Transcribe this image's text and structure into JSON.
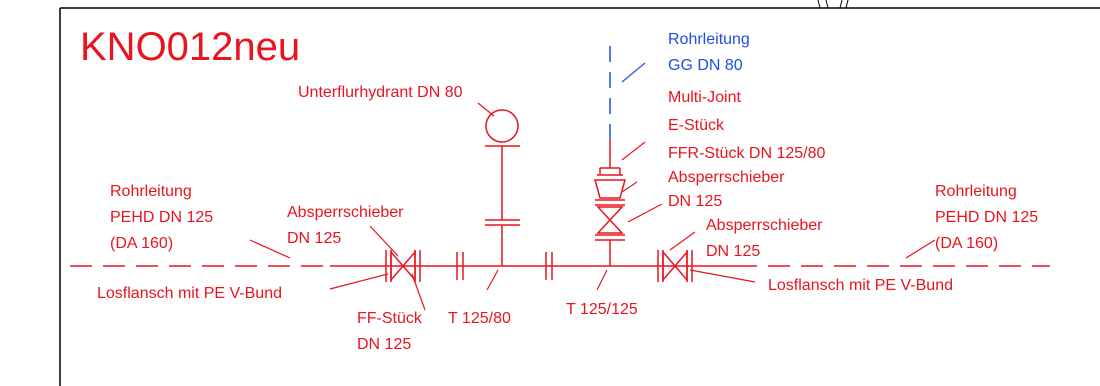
{
  "title": "KNO012neu",
  "colors": {
    "red": "#e8141e",
    "blue": "#1f4fe0",
    "frame": "#000000"
  },
  "labels": {
    "hydrant": "Unterflurhydrant DN 80",
    "pipe_gg_1": "Rohrleitung",
    "pipe_gg_2": "GG DN 80",
    "multijoint_1": "Multi-Joint",
    "multijoint_2": "E-Stück",
    "ffr": "FFR-Stück  DN 125/80",
    "valve_top_1": "Absperrschieber",
    "valve_top_2": "DN 125",
    "pipe_left_1": "Rohrleitung",
    "pipe_left_2": "PEHD DN 125",
    "pipe_left_3": "(DA 160)",
    "valve_left_1": "Absperrschieber",
    "valve_left_2": "DN 125",
    "flange_left": "Losflansch mit PE V-Bund",
    "ff_1": "FF-Stück",
    "ff_2": "DN 125",
    "t_125_80": "T 125/80",
    "t_125_125": "T 125/125",
    "valve_right_1": "Absperrschieber",
    "valve_right_2": "DN 125",
    "pipe_right_1": "Rohrleitung",
    "pipe_right_2": "PEHD DN 125",
    "pipe_right_3": "(DA 160)",
    "flange_right": "Losflansch mit PE V-Bund"
  }
}
